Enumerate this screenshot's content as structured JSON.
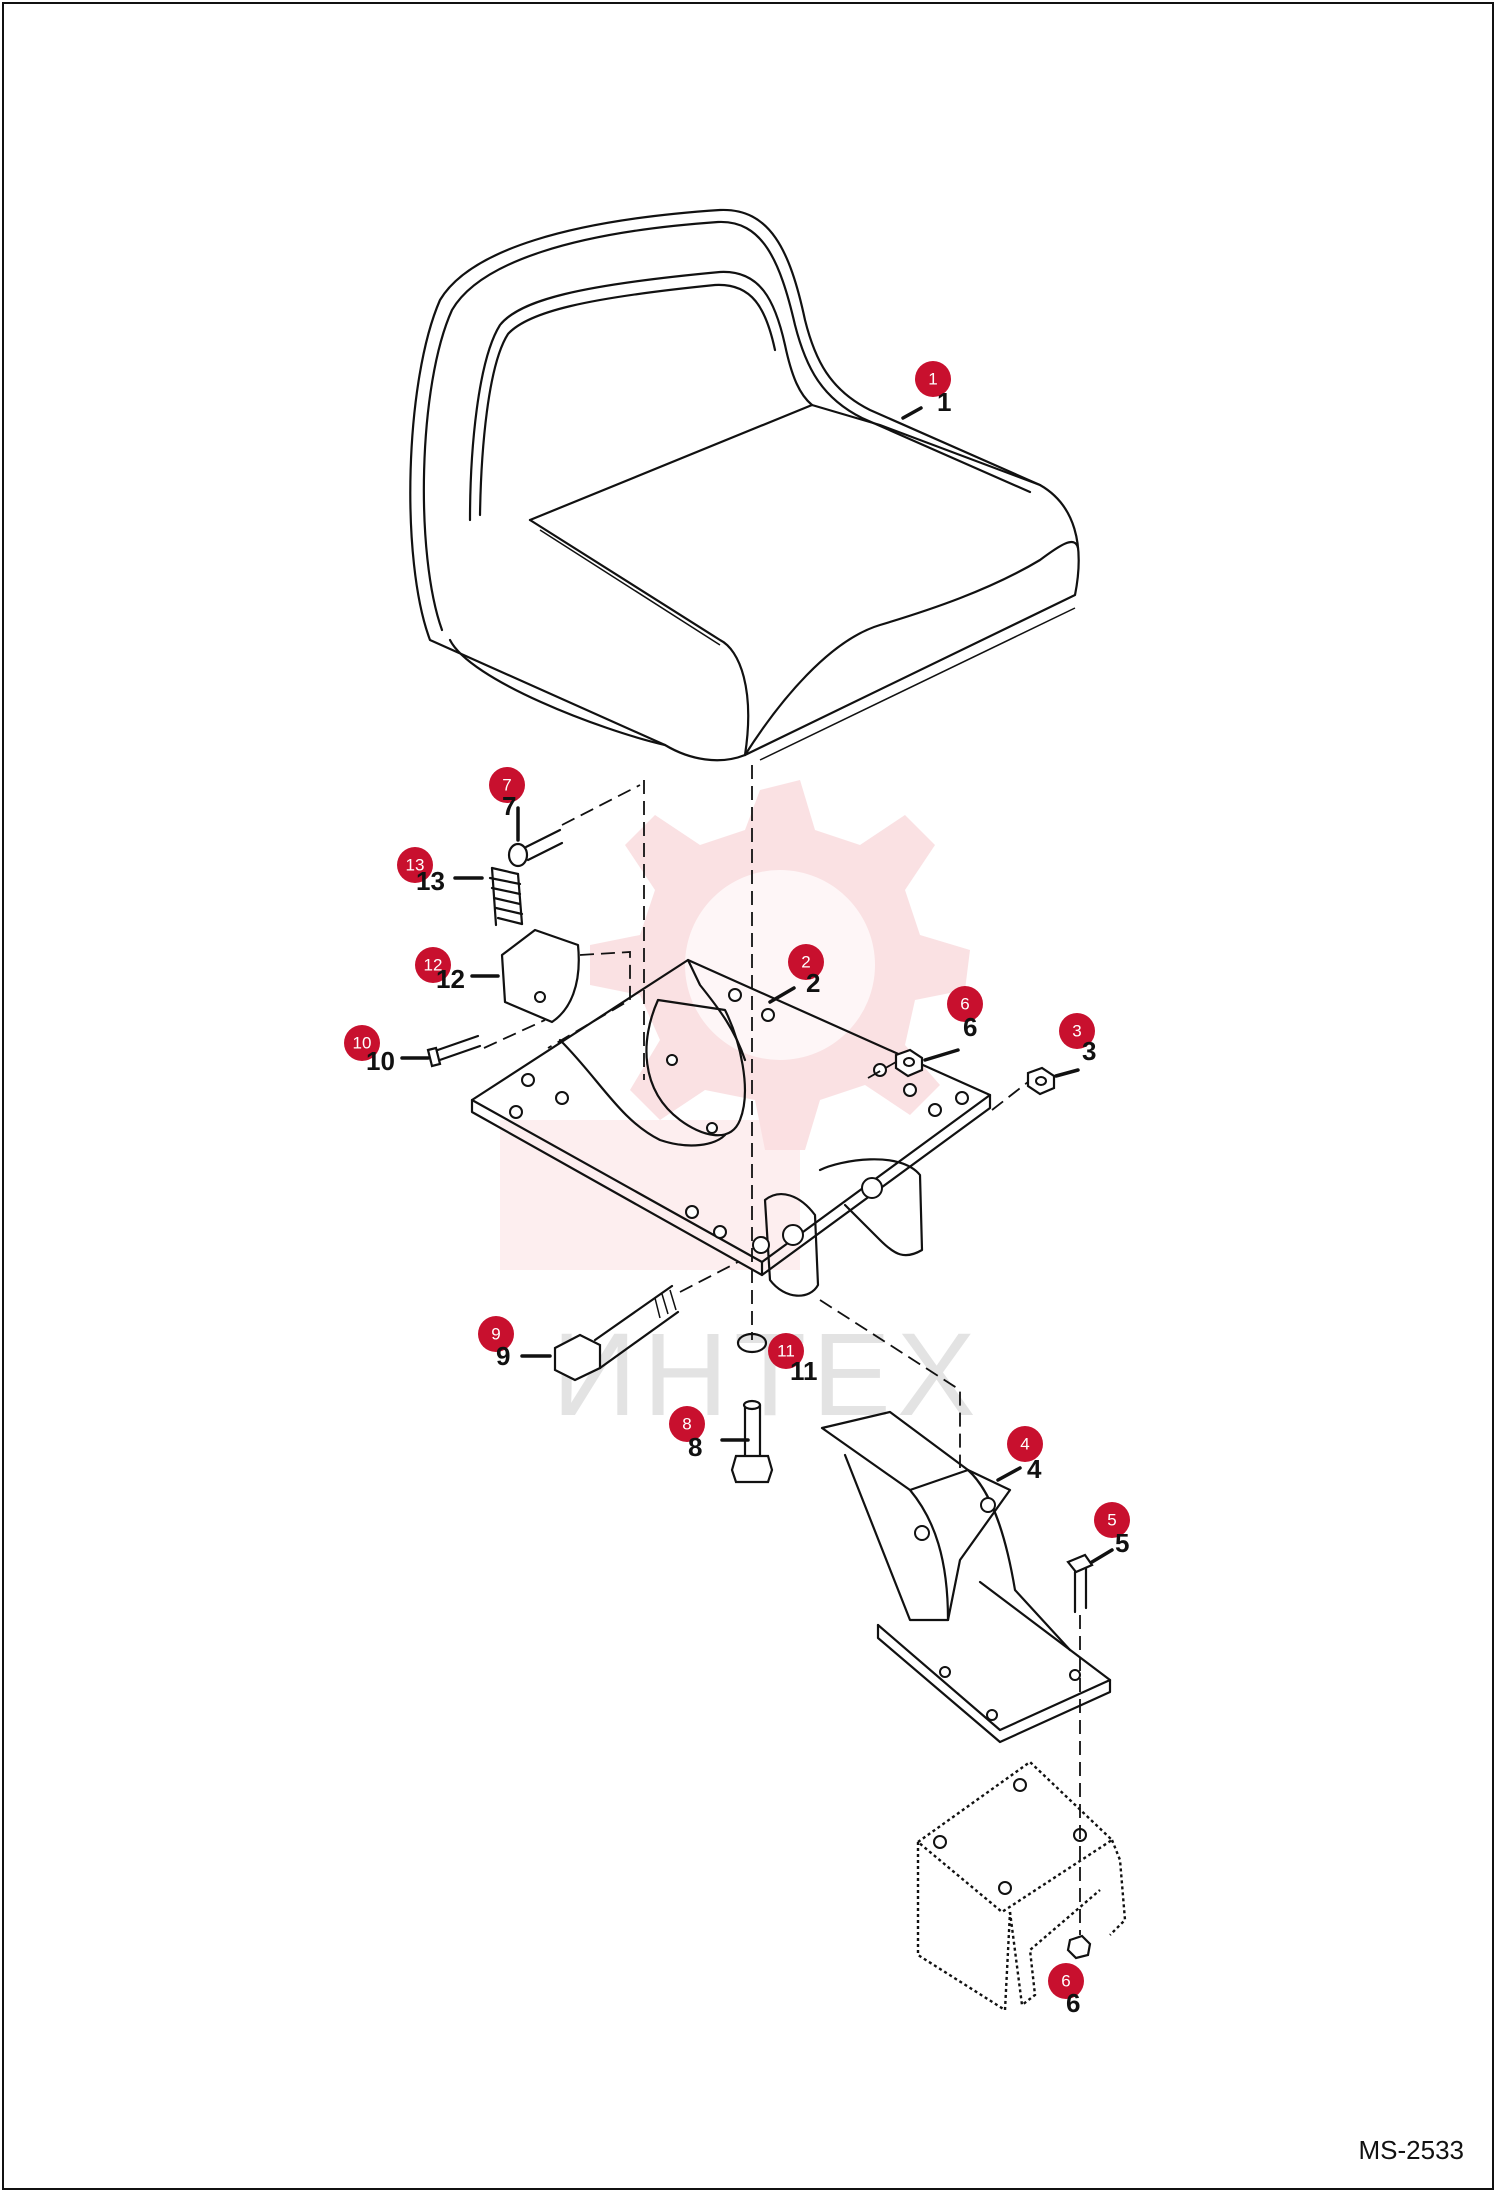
{
  "watermark": {
    "text": "ИНТЕХ",
    "color": "#f6c9cc"
  },
  "document_code": "MS-2533",
  "callout_color": "#c8102e",
  "callouts": [
    {
      "id": "1",
      "label": "1",
      "printed": "1"
    },
    {
      "id": "2",
      "label": "2",
      "printed": "2"
    },
    {
      "id": "3",
      "label": "3",
      "printed": "3"
    },
    {
      "id": "4",
      "label": "4",
      "printed": "4"
    },
    {
      "id": "5",
      "label": "5",
      "printed": "5"
    },
    {
      "id": "6a",
      "label": "6",
      "printed": "6"
    },
    {
      "id": "6b",
      "label": "6",
      "printed": "6"
    },
    {
      "id": "7",
      "label": "7",
      "printed": "7"
    },
    {
      "id": "8",
      "label": "8",
      "printed": "8"
    },
    {
      "id": "9",
      "label": "9",
      "printed": "9"
    },
    {
      "id": "10",
      "label": "10",
      "printed": "10"
    },
    {
      "id": "11",
      "label": "11",
      "printed": "11"
    },
    {
      "id": "12",
      "label": "12",
      "printed": "12"
    },
    {
      "id": "13",
      "label": "13",
      "printed": "13"
    }
  ]
}
